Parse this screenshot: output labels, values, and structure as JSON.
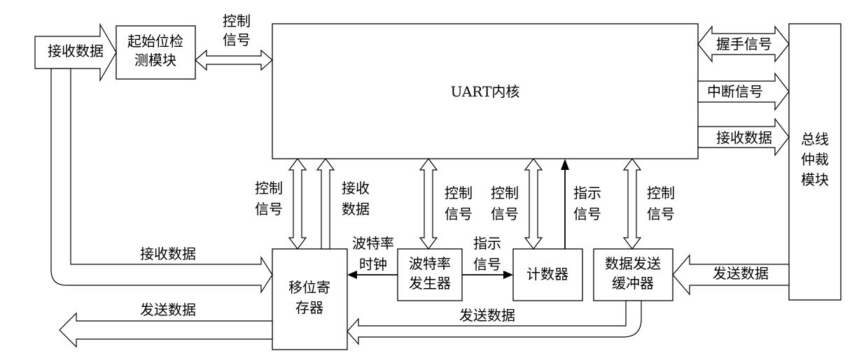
{
  "modules": {
    "start_detect": [
      "起始位检",
      "测模块"
    ],
    "uart_core": "UART内核",
    "bus_arbiter": [
      "总线",
      "仲裁",
      "模块"
    ],
    "shift_register": [
      "移位寄",
      "存器"
    ],
    "baud_generator": [
      "波特率",
      "发生器"
    ],
    "counter": "计数器",
    "send_buffer": [
      "数据发送",
      "缓冲器"
    ]
  },
  "labels": {
    "receive_data_input": "接收数据",
    "control_signal_top": [
      "控制",
      "信号"
    ],
    "handshake_signal": "握手信号",
    "interrupt_signal": "中断信号",
    "receive_data_to_bus": "接收数据",
    "control_signal_shift": [
      "控制",
      "信号"
    ],
    "receive_data_shift": [
      "接收",
      "数据"
    ],
    "control_signal_baud": [
      "控制",
      "信号"
    ],
    "control_signal_counter": [
      "控制",
      "信号"
    ],
    "indicate_signal_counter": [
      "指示",
      "信号"
    ],
    "control_signal_buffer": [
      "控制",
      "信号"
    ],
    "receive_data_to_shift": "接收数据",
    "baud_clock": [
      "波特率",
      "时钟"
    ],
    "indicate_signal_baud": [
      "指示",
      "信号"
    ],
    "send_data_from_bus": "发送数据",
    "send_data_output": "发送数据",
    "send_data_to_shift": "发送数据"
  }
}
